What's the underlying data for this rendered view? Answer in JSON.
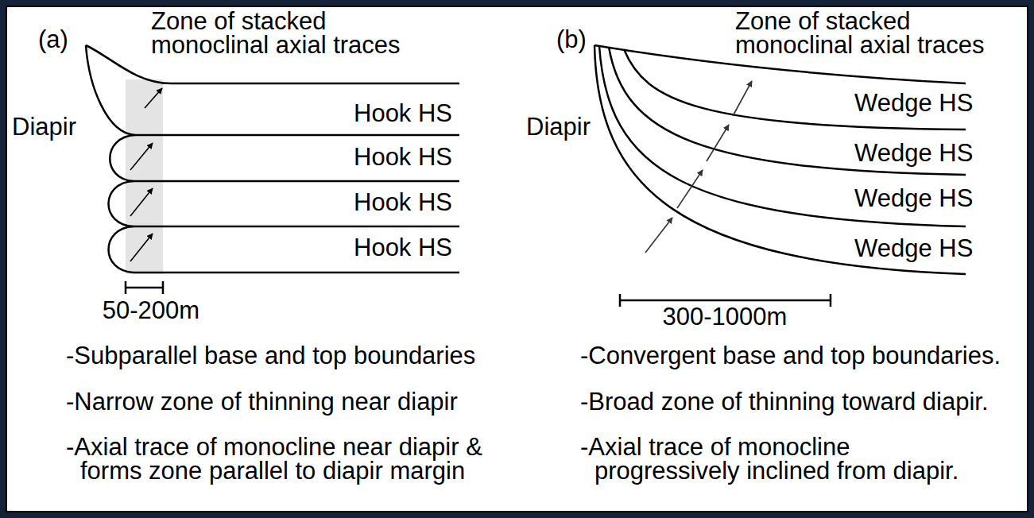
{
  "diagram": {
    "labels": [
      "(a)",
      "Zone of stacked monoclinal axial traces",
      "Diapir",
      "Hook HS",
      "Hook HS",
      "Hook HS",
      "Hook HS",
      "50-200m",
      "-Subparallel base and top boundaries",
      "-Narrow zone of thinning near diapir",
      "-Axial trace of monocline near diapir & forms zone parallel to diapir margin",
      "(b)",
      "Zone of stacked monoclinal axial traces",
      "Diapir",
      "Wedge HS",
      "Wedge HS",
      "Wedge HS",
      "Wedge HS",
      "300-1000m",
      "-Convergent base and top boundaries.",
      "-Broad zone of thinning toward diapir.",
      "-Axial trace of monocline progressively inclined from diapir."
    ]
  }
}
